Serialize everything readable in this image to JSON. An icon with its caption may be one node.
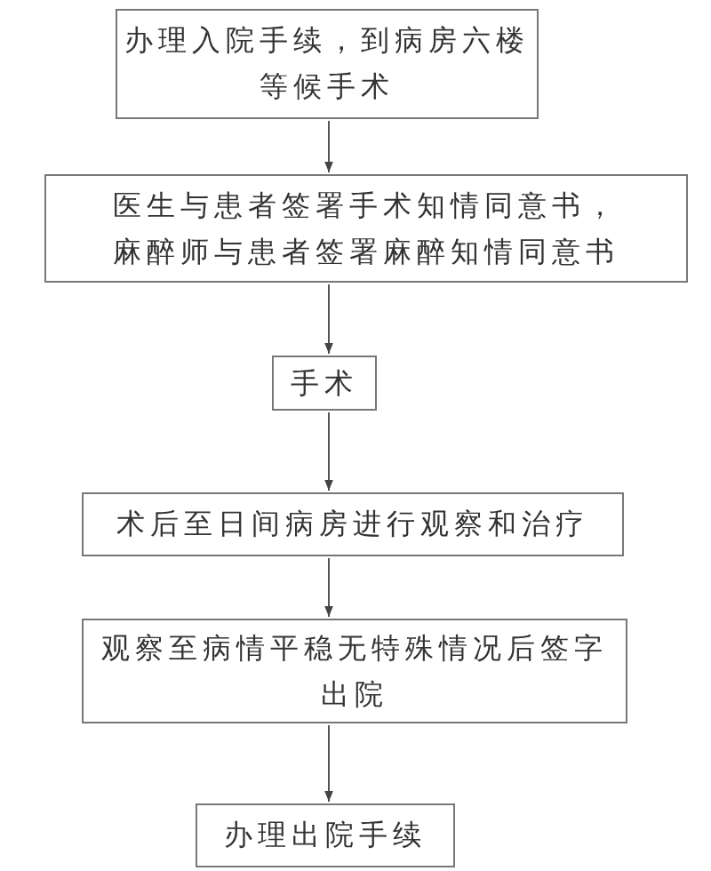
{
  "diagram": {
    "nodes": [
      {
        "text": [
          "办理入院手续，到病房六楼等候手术"
        ]
      },
      {
        "text": [
          "医生与患者签署手术知情同意书，麻醉师与患者签署麻醉知情同意书"
        ]
      },
      {
        "text": [
          "手术"
        ]
      },
      {
        "text": [
          "术后至日间病房进行观察和治疗"
        ]
      },
      {
        "text": [
          "观察至病情平稳无特殊情况后签字出院"
        ]
      },
      {
        "text": [
          "办理出院手续"
        ]
      }
    ],
    "edges": [
      {
        "from": 0,
        "to": 1,
        "arrow": "to"
      },
      {
        "from": 1,
        "to": 2,
        "arrow": "to"
      },
      {
        "from": 2,
        "to": 3,
        "arrow": "to"
      },
      {
        "from": 3,
        "to": 4,
        "arrow": "to"
      },
      {
        "from": 4,
        "to": 5,
        "arrow": "to"
      }
    ]
  }
}
